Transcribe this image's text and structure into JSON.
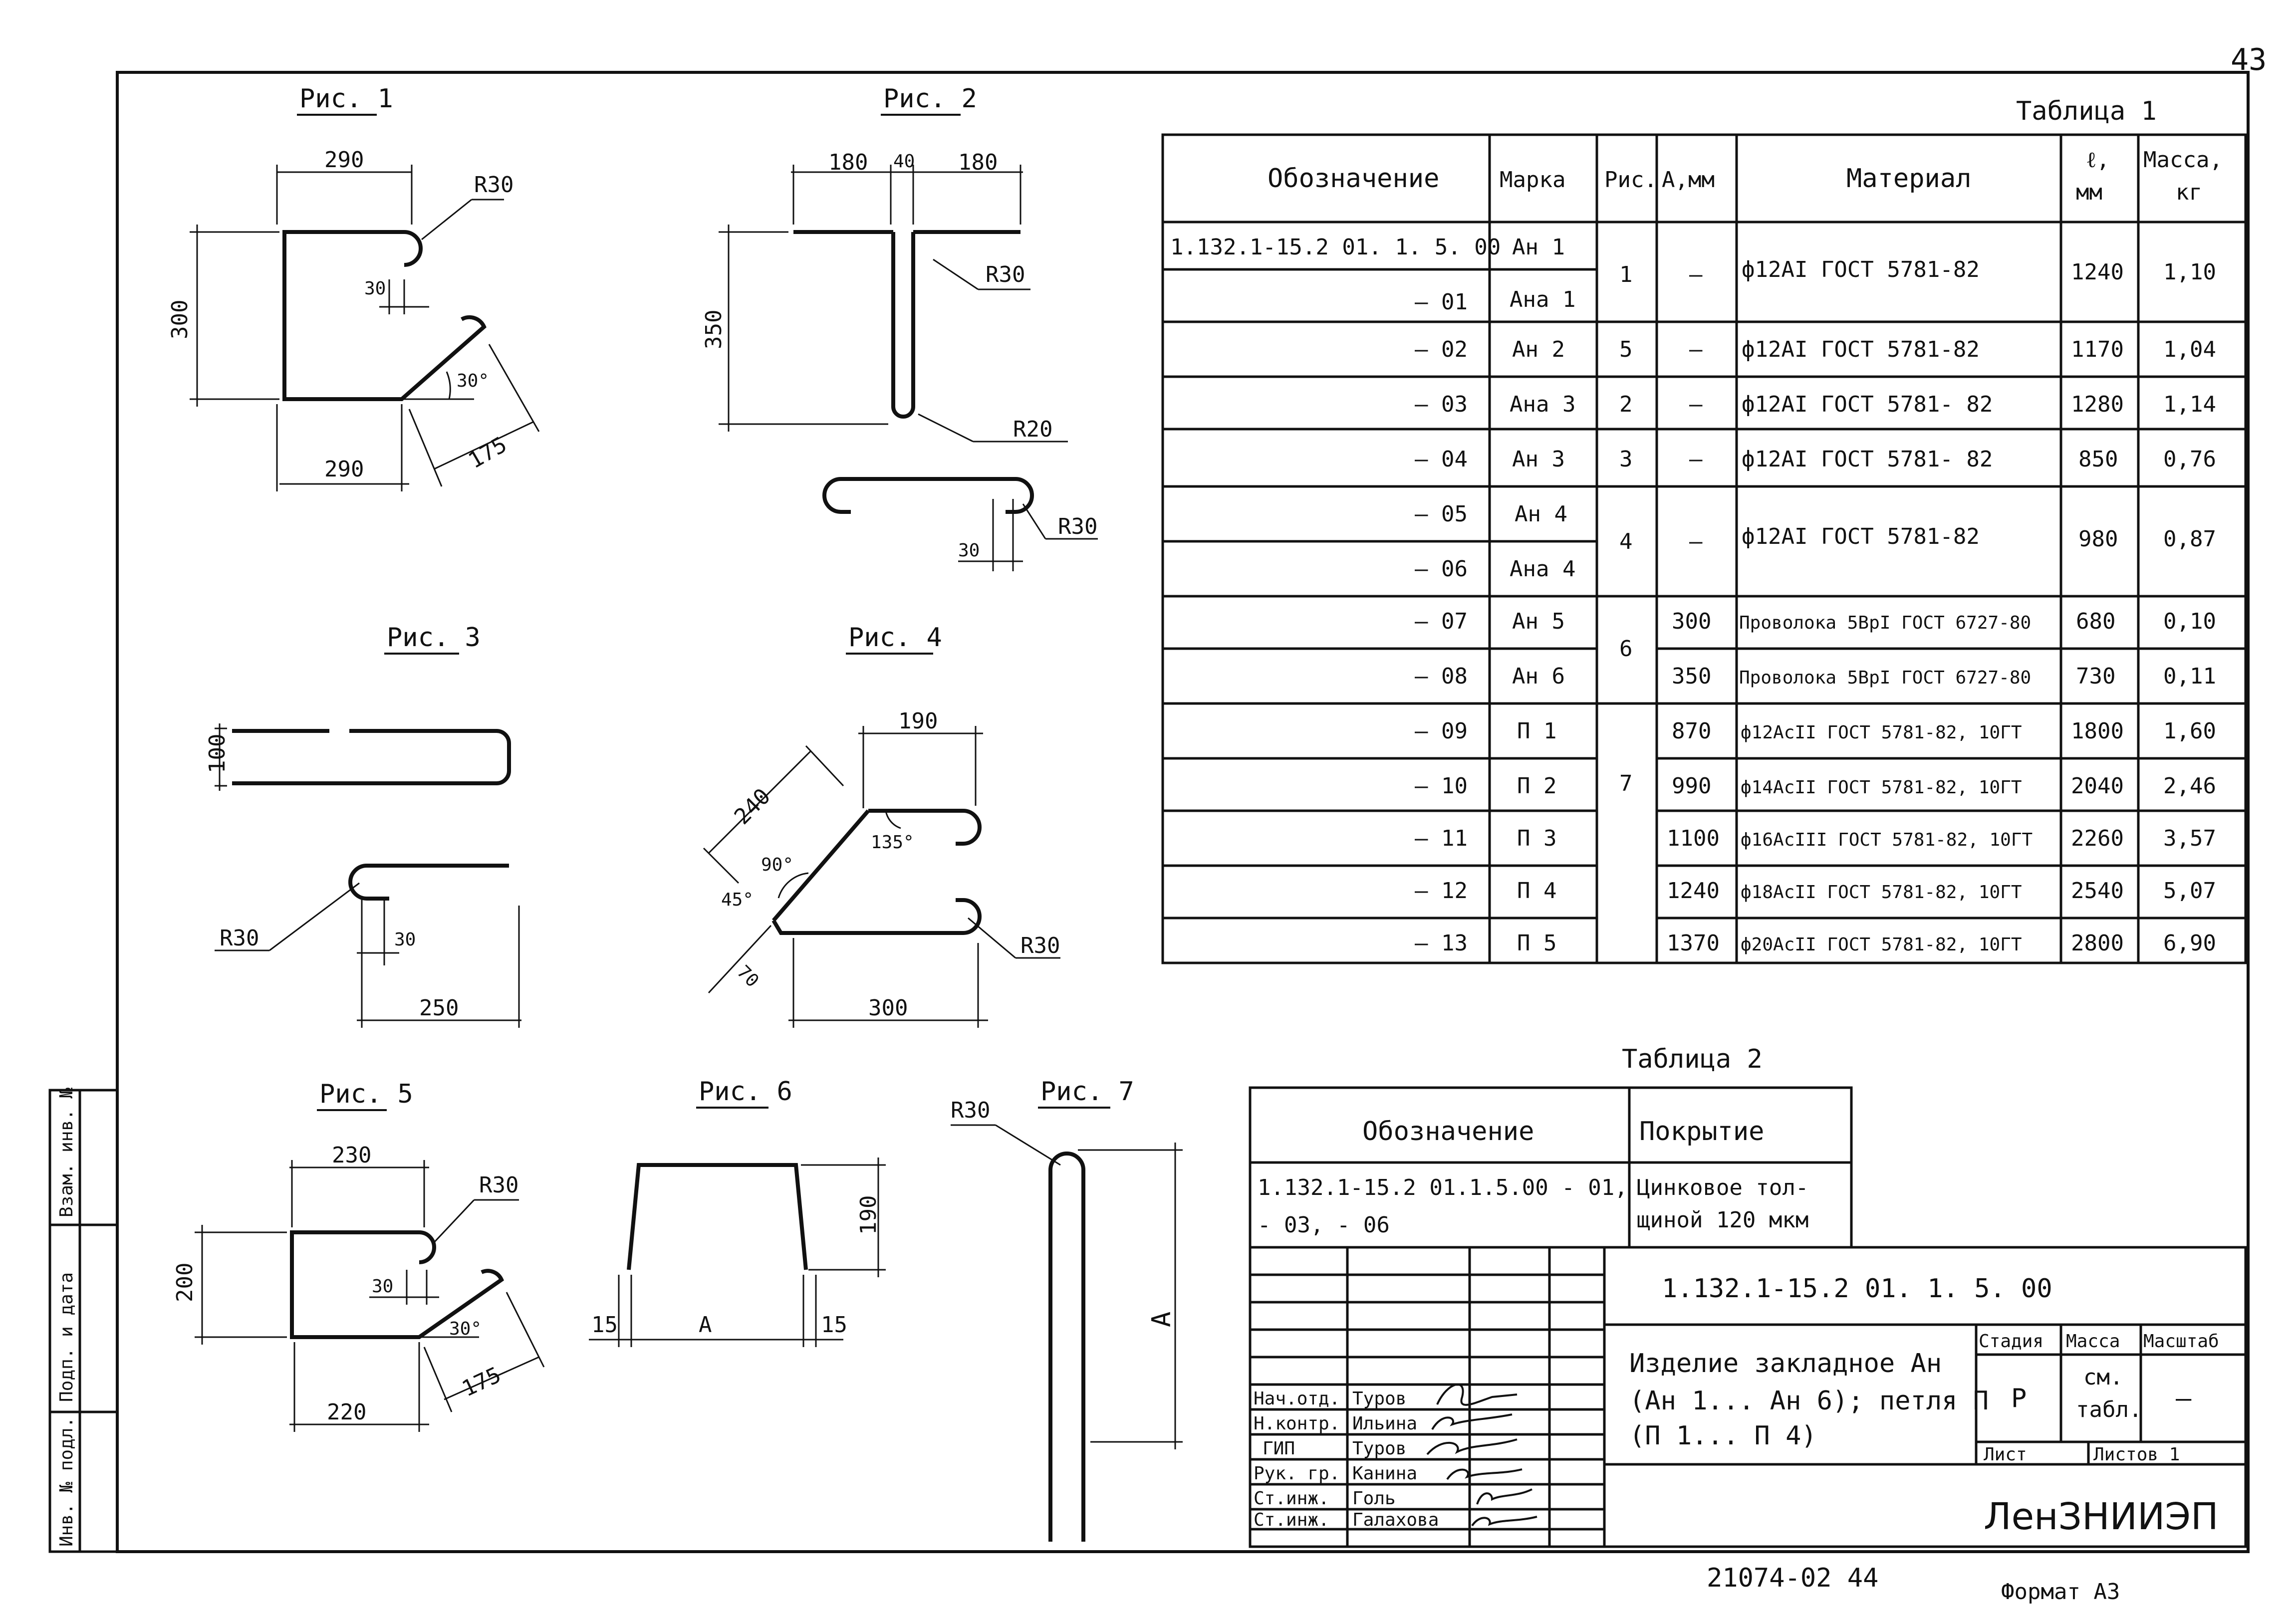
{
  "sheet": {
    "page_number": "43",
    "footer_number": "21074-02   44",
    "format": "Формат А3",
    "side_stamp": [
      "Инв. № подл.",
      "Подп. и дата",
      "Взам. инв. №"
    ]
  },
  "figures": {
    "fig1": {
      "title": "Рис. 1",
      "dims": [
        "290",
        "300",
        "290",
        "30",
        "R30",
        "30°",
        "175"
      ]
    },
    "fig2": {
      "title": "Рис. 2",
      "dims": [
        "180",
        "40",
        "180",
        "350",
        "R30",
        "R20",
        "30",
        "R30"
      ]
    },
    "fig3": {
      "title": "Рис. 3",
      "dims": [
        "100",
        "R30",
        "30",
        "250"
      ]
    },
    "fig4": {
      "title": "Рис. 4",
      "dims": [
        "190",
        "240",
        "135°",
        "90°",
        "45°",
        "70",
        "300",
        "R30"
      ]
    },
    "fig5": {
      "title": "Рис. 5",
      "dims": [
        "230",
        "R30",
        "200",
        "30",
        "30°",
        "175",
        "220"
      ]
    },
    "fig6": {
      "title": "Рис. 6",
      "dims": [
        "190",
        "15",
        "A",
        "15"
      ]
    },
    "fig7": {
      "title": "Рис. 7",
      "dims": [
        "R30",
        "A"
      ]
    }
  },
  "table1": {
    "caption": "Таблица 1",
    "headers": {
      "designation": "Обозначение",
      "mark": "Марка",
      "fig": "Рис.",
      "a": "А,мм",
      "material": "Материал",
      "length_1": "ℓ,",
      "length_2": "мм",
      "mass_1": "Масса,",
      "mass_2": "кг"
    },
    "rows": [
      {
        "designation": "1.132.1-15.2  01. 1. 5. 00",
        "mark": "Ан 1",
        "fig": "1",
        "a": "–",
        "material": "ф12АI ГОСТ 5781-82",
        "length": "1240",
        "mass": "1,10"
      },
      {
        "designation": "– 01",
        "mark": "Ана 1",
        "fig": "",
        "a": "",
        "material": "",
        "length": "",
        "mass": ""
      },
      {
        "designation": "– 02",
        "mark": "Ан 2",
        "fig": "5",
        "a": "–",
        "material": "ф12АI ГОСТ 5781-82",
        "length": "1170",
        "mass": "1,04"
      },
      {
        "designation": "– 03",
        "mark": "Ана 3",
        "fig": "2",
        "a": "–",
        "material": "ф12АI ГОСТ 5781- 82",
        "length": "1280",
        "mass": "1,14"
      },
      {
        "designation": "– 04",
        "mark": "Ан 3",
        "fig": "3",
        "a": "–",
        "material": "ф12АI ГОСТ 5781- 82",
        "length": "850",
        "mass": "0,76"
      },
      {
        "designation": "– 05",
        "mark": "Ан 4",
        "fig": "4",
        "a": "–",
        "material": "ф12АI ГОСТ 5781-82",
        "length": "980",
        "mass": "0,87"
      },
      {
        "designation": "– 06",
        "mark": "Ана 4",
        "fig": "",
        "a": "",
        "material": "",
        "length": "",
        "mass": ""
      },
      {
        "designation": "– 07",
        "mark": "Ан 5",
        "fig": "6",
        "a": "300",
        "material": "Проволока 5ВрI ГОСТ 6727-80",
        "length": "680",
        "mass": "0,10"
      },
      {
        "designation": "– 08",
        "mark": "Ан 6",
        "fig": "",
        "a": "350",
        "material": "Проволока 5ВрI ГОСТ 6727-80",
        "length": "730",
        "mass": "0,11"
      },
      {
        "designation": "– 09",
        "mark": "П 1",
        "fig": "7",
        "a": "870",
        "material": "ф12АсII ГОСТ 5781-82, 10ГТ",
        "length": "1800",
        "mass": "1,60"
      },
      {
        "designation": "– 10",
        "mark": "П 2",
        "fig": "",
        "a": "990",
        "material": "ф14АсII ГОСТ 5781-82, 10ГТ",
        "length": "2040",
        "mass": "2,46"
      },
      {
        "designation": "– 11",
        "mark": "П 3",
        "fig": "",
        "a": "1100",
        "material": "ф16АсIII ГОСТ 5781-82, 10ГТ",
        "length": "2260",
        "mass": "3,57"
      },
      {
        "designation": "– 12",
        "mark": "П 4",
        "fig": "",
        "a": "1240",
        "material": "ф18АсII ГОСТ 5781-82, 10ГТ",
        "length": "2540",
        "mass": "5,07"
      },
      {
        "designation": "– 13",
        "mark": "П 5",
        "fig": "",
        "a": "1370",
        "material": "ф20АсII ГОСТ 5781-82, 10ГТ",
        "length": "2800",
        "mass": "6,90"
      }
    ]
  },
  "table2": {
    "caption": "Таблица 2",
    "headers": {
      "designation": "Обозначение",
      "coating": "Покрытие"
    },
    "row": {
      "designation_1": "1.132.1-15.2   01.1.5.00 - 01,",
      "designation_2": "- 03, - 06",
      "coating_1": "Цинковое тол-",
      "coating_2": "щиной 120 мкм"
    }
  },
  "title_block": {
    "doc_code": "1.132.1-15.2   01. 1. 5. 00",
    "title_1": "Изделие  закладное Ан",
    "title_2": "(Ан 1... Ан 6); петля П",
    "title_3": "(П 1... П 4)",
    "stage_label": "Стадия",
    "mass_label": "Масса",
    "scale_label": "Масштаб",
    "stage_value": "Р",
    "mass_value_1": "см.",
    "mass_value_2": "табл.",
    "scale_value": "—",
    "sheet_label": "Лист",
    "sheets_label": "Листов 1",
    "organization": "ЛенЗНИИЭП",
    "signatures": [
      {
        "role": "Нач.отд.",
        "name": "Туров"
      },
      {
        "role": "Н.контр.",
        "name": "Ильина"
      },
      {
        "role": "ГИП",
        "name": "Туров"
      },
      {
        "role": "Рук. гр.",
        "name": "Канина"
      },
      {
        "role": "Ст.инж.",
        "name": "Голь"
      },
      {
        "role": "Ст.инж.",
        "name": "Галахова"
      }
    ]
  }
}
